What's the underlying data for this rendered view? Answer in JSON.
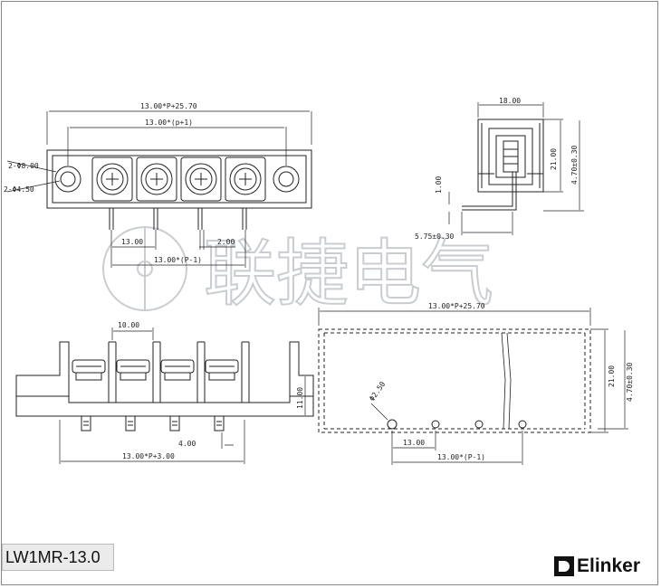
{
  "dimensions": {
    "top_total_width": "13.00*P+25.70",
    "top_inner_width": "13.00*(p+1)",
    "hole_dia_8": "2-Φ8.00",
    "hole_dia_4_5": "2-Φ4.50",
    "pitch": "13.00",
    "pin_width": "2.00",
    "pin_span": "13.00*(P-1)",
    "side_width": "18.00",
    "side_pin_height": "1.00",
    "side_height": "21.00",
    "side_pin_length": "4.70±0.30",
    "side_pin_offset": "5.75±0.30",
    "front_barrier_gap": "10.00",
    "front_height": "11.00",
    "front_pin_offset": "4.00",
    "front_total": "13.00*P+3.00",
    "pcb_total_width": "13.00*P+25.70",
    "pcb_hole_dia": "Φ2.50",
    "pcb_height": "21.00",
    "pcb_pin_length": "4.70±0.30",
    "pcb_pitch": "13.00",
    "pcb_pin_span": "13.00*(P-1)"
  },
  "watermark": {
    "text": "联捷电气"
  },
  "model_label": "LW1MR-13.0",
  "brand": {
    "name": "Elinker"
  }
}
